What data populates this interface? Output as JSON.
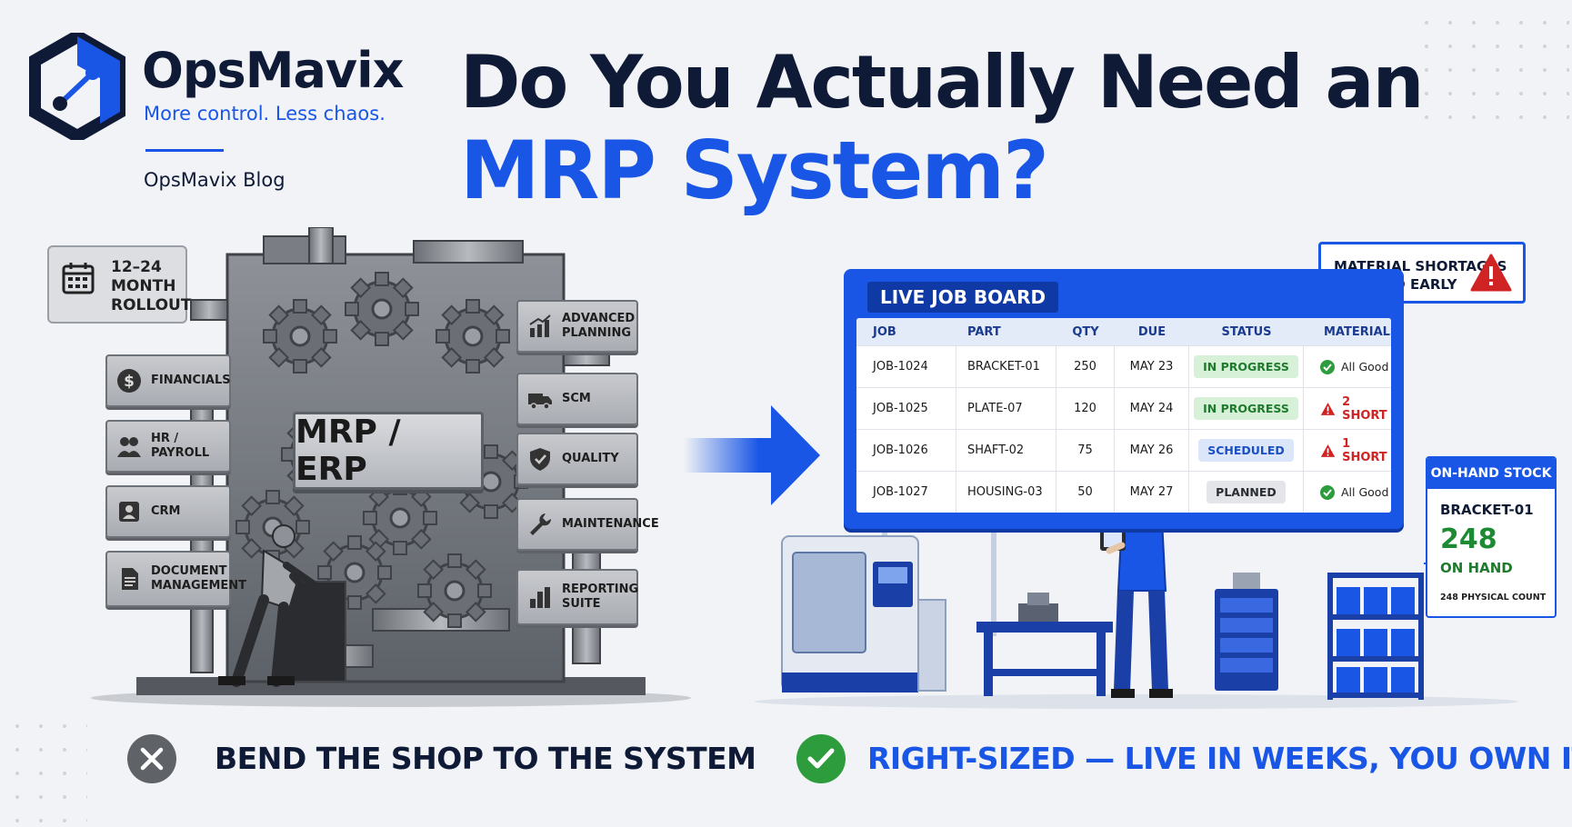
{
  "brand": {
    "name": "OpsMavix",
    "tagline": "More control. Less chaos.",
    "blog": "OpsMavix Blog",
    "accent_color": "#1a56e6",
    "logo_icon": "hexagon-node-logo"
  },
  "headline": {
    "line1": "Do You Actually Need an",
    "line2": "MRP System?"
  },
  "legacy": {
    "rollout_lines": [
      "12–24",
      "MONTH",
      "ROLLOUT"
    ],
    "core_label": "MRP / ERP",
    "left_modules": [
      {
        "label": "FINANCIALS",
        "icon": "dollar-icon"
      },
      {
        "label": "HR / PAYROLL",
        "icon": "people-icon"
      },
      {
        "label": "CRM",
        "icon": "contact-icon"
      },
      {
        "label": "DOCUMENT MANAGEMENT",
        "icon": "document-icon"
      }
    ],
    "right_modules": [
      {
        "label": "ADVANCED PLANNING",
        "icon": "chart-up-icon"
      },
      {
        "label": "SCM",
        "icon": "truck-icon"
      },
      {
        "label": "QUALITY",
        "icon": "shield-check-icon"
      },
      {
        "label": "MAINTENANCE",
        "icon": "wrench-icon"
      },
      {
        "label": "REPORTING SUITE",
        "icon": "bar-chart-icon"
      }
    ]
  },
  "alert": {
    "line1": "MATERIAL SHORTAGES",
    "line2": "FLAGGED EARLY",
    "color": "#d02424"
  },
  "job_board": {
    "title": "LIVE JOB BOARD",
    "columns": [
      "JOB",
      "PART",
      "QTY",
      "DUE",
      "STATUS",
      "MATERIALS"
    ],
    "rows": [
      {
        "job": "JOB-1024",
        "part": "BRACKET-01",
        "qty": "250",
        "due": "MAY 23",
        "status": "IN PROGRESS",
        "status_kind": "progress",
        "materials": "All Good",
        "materials_kind": "ok"
      },
      {
        "job": "JOB-1025",
        "part": "PLATE-07",
        "qty": "120",
        "due": "MAY 24",
        "status": "IN PROGRESS",
        "status_kind": "progress",
        "materials": "2 SHORT",
        "materials_kind": "short"
      },
      {
        "job": "JOB-1026",
        "part": "SHAFT-02",
        "qty": "75",
        "due": "MAY 26",
        "status": "SCHEDULED",
        "status_kind": "scheduled",
        "materials": "1 SHORT",
        "materials_kind": "short"
      },
      {
        "job": "JOB-1027",
        "part": "HOUSING-03",
        "qty": "50",
        "due": "MAY 27",
        "status": "PLANNED",
        "status_kind": "planned",
        "materials": "All Good",
        "materials_kind": "ok"
      }
    ]
  },
  "stock": {
    "title": "ON-HAND STOCK",
    "part": "BRACKET-01",
    "qty": "248",
    "qty_label": "ON HAND",
    "footnote": "248 PHYSICAL COUNT"
  },
  "captions": {
    "bad": "BEND THE SHOP TO THE SYSTEM",
    "good": "RIGHT-SIZED — LIVE IN WEEKS, YOU OWN IT"
  }
}
